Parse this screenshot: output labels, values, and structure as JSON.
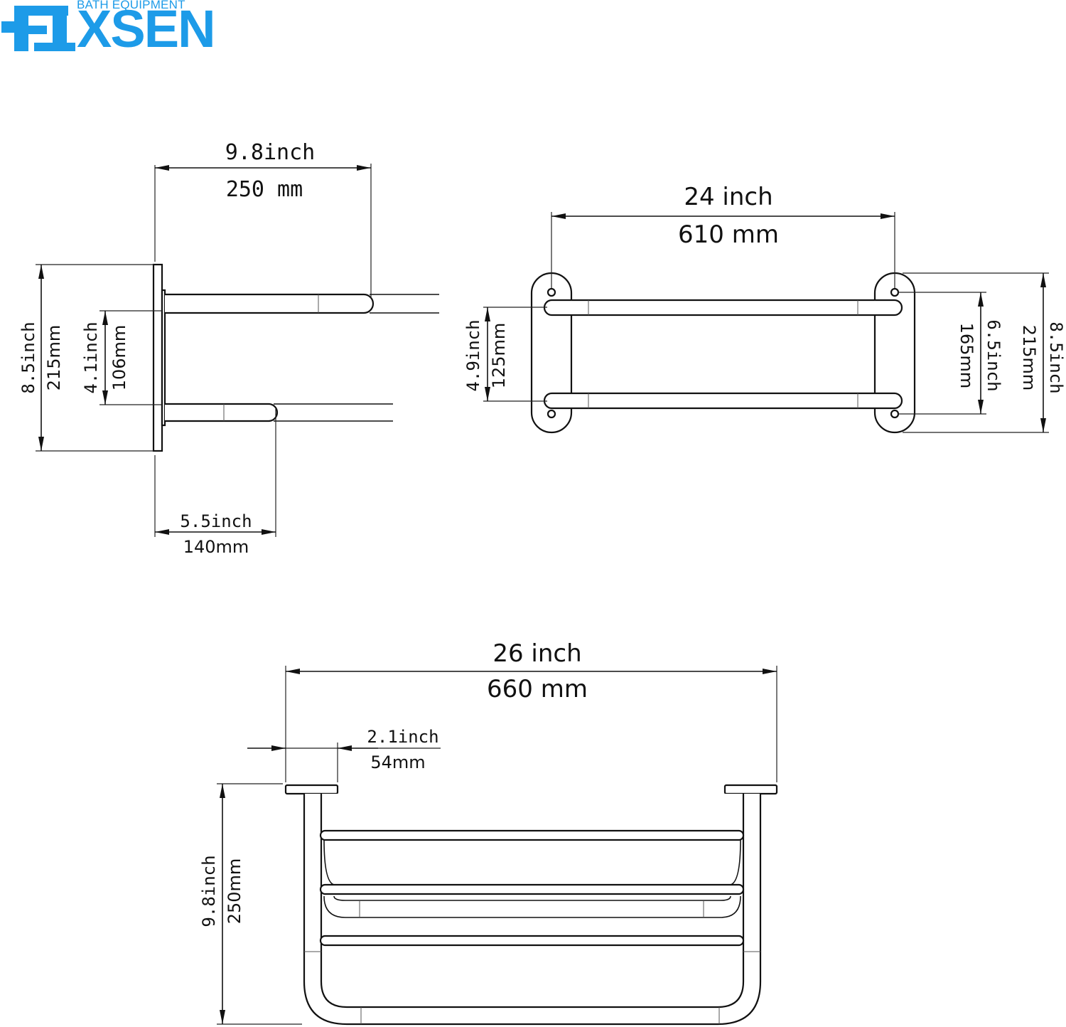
{
  "brand": {
    "name_suffix": "XSEN",
    "tagline": "BATH EQUIPMENT",
    "color": "#1d9be8"
  },
  "side_view": {
    "depth_inch": "9.8inch",
    "depth_mm": "250 mm",
    "height_inch": "8.5inch",
    "height_mm": "215mm",
    "spacing_inch": "4.1inch",
    "spacing_mm": "106mm",
    "lower_depth_inch": "5.5inch",
    "lower_depth_mm": "140mm"
  },
  "front_view": {
    "width_inch": "24 inch",
    "width_mm": "610 mm",
    "bar_spacing_inch": "4.9inch",
    "bar_spacing_mm": "125mm",
    "hole_spacing_inch": "6.5inch",
    "hole_spacing_mm": "165mm",
    "plate_height_inch": "8.5inch",
    "plate_height_mm": "215mm"
  },
  "top_view": {
    "overall_width_inch": "26 inch",
    "overall_width_mm": "660 mm",
    "plate_width_inch": "2.1inch",
    "plate_width_mm": "54mm",
    "depth_inch": "9.8inch",
    "depth_mm": "250mm"
  }
}
